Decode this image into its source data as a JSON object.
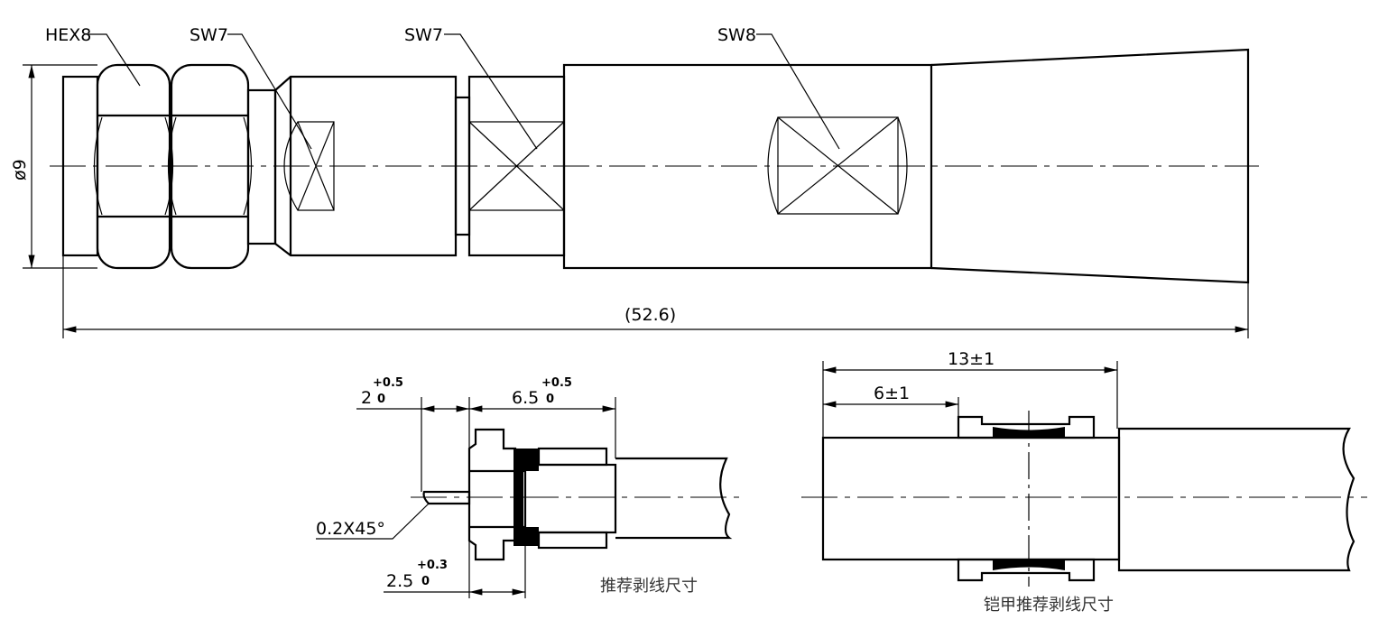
{
  "labels": {
    "hex8": "HEX8",
    "sw7_a": "SW7",
    "sw7_b": "SW7",
    "sw8": "SW8",
    "diameter": "ø9",
    "overall_length": "(52.6)"
  },
  "strip_detail": {
    "dim_pin": {
      "base": "2",
      "upper": "+0.5",
      "lower": "0"
    },
    "dim_sleeve": {
      "base": "6.5",
      "upper": "+0.5",
      "lower": "0"
    },
    "dim_flange": {
      "base": "2.5",
      "upper": "+0.3",
      "lower": "0"
    },
    "chamfer": "0.2X45°",
    "caption": "推荐剥线尺寸"
  },
  "armor_detail": {
    "dim_outer": "13±1",
    "dim_inner": "6±1",
    "caption": "铠甲推荐剥线尺寸"
  }
}
